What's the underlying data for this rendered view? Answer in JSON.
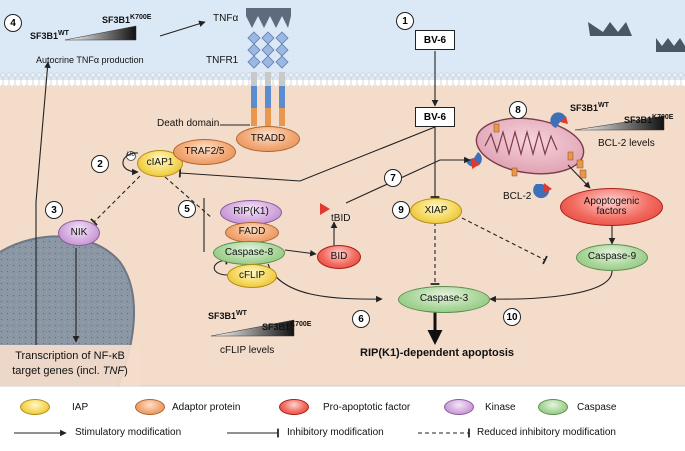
{
  "steps": [
    "1",
    "2",
    "3",
    "4",
    "5",
    "6",
    "7",
    "8",
    "9",
    "10"
  ],
  "boxes": {
    "bv6_top": "BV-6",
    "bv6_mid": "BV-6"
  },
  "nodes": {
    "ciap1": "cIAP1",
    "traf25": "TRAF2/5",
    "tradd": "TRADD",
    "nik": "NIK",
    "ripk1": "RIP(K1)",
    "fadd": "FADD",
    "caspase8": "Caspase-8",
    "cflip": "cFLIP",
    "bid": "BID",
    "xiap": "XIAP",
    "apoptogenic_line1": "Apoptogenic",
    "apoptogenic_line2": "factors",
    "caspase9": "Caspase-9",
    "caspase3": "Caspase-3"
  },
  "labels": {
    "tnfa": "TNFα",
    "tnfr1": "TNFR1",
    "death_domain": "Death domain",
    "autocrine": "Autocrine TNFα production",
    "sf3b1_wt_top": "SF3B1",
    "sf3b1_wt_top_sup": "WT",
    "sf3b1_k_top": "SF3B1",
    "sf3b1_k_top_sup": "K700E",
    "sf3b1_wt_mid": "SF3B1",
    "sf3b1_wt_mid_sup": "WT",
    "sf3b1_k_mid": "SF3B1",
    "sf3b1_k_mid_sup": "K700E",
    "cflip_levels": "cFLIP levels",
    "sf3b1_wt_right": "SF3B1",
    "sf3b1_wt_right_sup": "WT",
    "sf3b1_k_right": "SF3B1",
    "sf3b1_k_right_sup": "K700E",
    "bcl2_levels": "BCL-2 levels",
    "bcl2": "BCL-2",
    "tbid": "tBID",
    "ub": "Ub",
    "transcription_line1": "Transcription of NF-κB",
    "transcription_line2": "target genes (incl. ",
    "transcription_tnf": "TNF",
    "transcription_end": ")",
    "outcome": "RIP(K1)-dependent apoptosis"
  },
  "legend": {
    "iap": "IAP",
    "adaptor": "Adaptor protein",
    "proapoptotic": "Pro-apoptotic factor",
    "kinase": "Kinase",
    "caspase": "Caspase",
    "stimulatory": "Stimulatory modification",
    "inhibitory": "Inhibitory modification",
    "reduced": "Reduced inhibitory modification"
  },
  "colors": {
    "extracellular": "#dbe9f6",
    "cytoplasm": "#f4dccb",
    "nucleus": "#8c97a5",
    "iap": "#f5d75a",
    "adaptor": "#f2a875",
    "proapoptotic": "#f26a5f",
    "kinase": "#d3a9de",
    "caspase": "#a9d69a"
  }
}
